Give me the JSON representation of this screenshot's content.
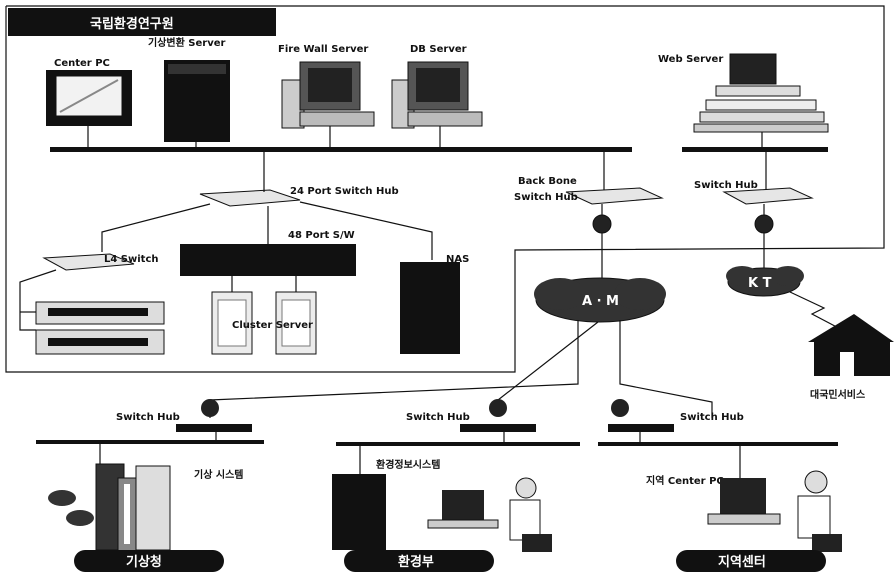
{
  "title": "국립환경연구원",
  "top_devices": {
    "center_pc": "Center PC",
    "weather_server": "기상변환 Server",
    "firewall_server": "Fire Wall Server",
    "db_server": "DB Server",
    "web_server": "Web Server"
  },
  "hubs": {
    "hub24": "24 Port Switch Hub",
    "backbone": [
      "Back Bone",
      "Switch Hub"
    ],
    "switch_hub_web": "Switch Hub",
    "hub48": "48 Port S/W",
    "l4": "L4 Switch",
    "nas": "NAS",
    "cluster": "Cluster Server"
  },
  "clouds": {
    "main": "A · M",
    "kt": "K T"
  },
  "remote": "대국민서비스",
  "branches": [
    {
      "hub_label": "Switch Hub",
      "system": "기상 시스템",
      "org": "기상청"
    },
    {
      "hub_label": "Switch Hub",
      "system": "환경정보시스템",
      "org": "환경부"
    },
    {
      "hub_label": "Switch Hub",
      "system": "지역 Center PC",
      "org": "지역센터"
    }
  ],
  "colors": {
    "ink": "#111111",
    "title_bg": "#111111",
    "title_fg": "#ffffff"
  }
}
